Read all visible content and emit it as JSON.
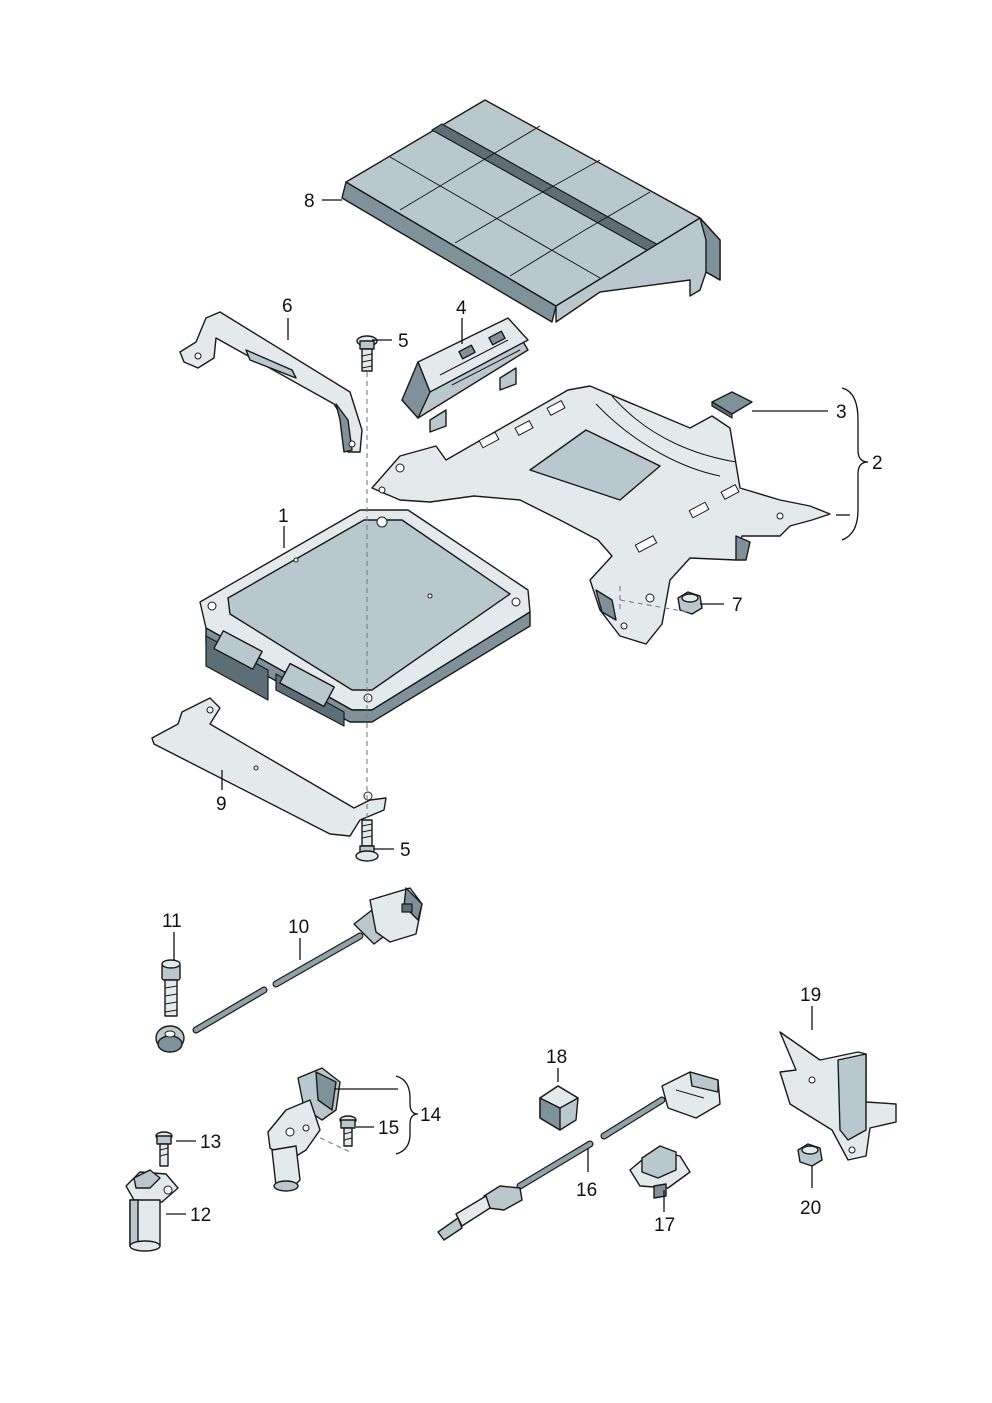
{
  "callouts": [
    {
      "id": "1",
      "label": "1"
    },
    {
      "id": "2",
      "label": "2"
    },
    {
      "id": "3",
      "label": "3"
    },
    {
      "id": "4",
      "label": "4"
    },
    {
      "id": "5a",
      "label": "5"
    },
    {
      "id": "5b",
      "label": "5"
    },
    {
      "id": "6",
      "label": "6"
    },
    {
      "id": "7",
      "label": "7"
    },
    {
      "id": "8",
      "label": "8"
    },
    {
      "id": "9",
      "label": "9"
    },
    {
      "id": "10",
      "label": "10"
    },
    {
      "id": "11",
      "label": "11"
    },
    {
      "id": "12",
      "label": "12"
    },
    {
      "id": "13",
      "label": "13"
    },
    {
      "id": "14",
      "label": "14"
    },
    {
      "id": "15",
      "label": "15"
    },
    {
      "id": "16",
      "label": "16"
    },
    {
      "id": "17",
      "label": "17"
    },
    {
      "id": "18",
      "label": "18"
    },
    {
      "id": "19",
      "label": "19"
    },
    {
      "id": "20",
      "label": "20"
    }
  ]
}
